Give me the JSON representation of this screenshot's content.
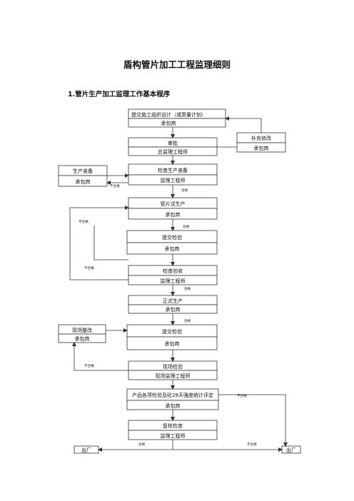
{
  "doc": {
    "title": "盾构管片加工工程监理细则",
    "section": "1.管片生产加工监理工作基本程序"
  },
  "flow": {
    "submit_org": {
      "top": "提交施工组织设计（或质量计划）",
      "bottom": "承包商"
    },
    "review": {
      "top": "审批",
      "bottom": "总监理工程师"
    },
    "supplement": {
      "top": "补充修改",
      "bottom": "承包商"
    },
    "prep": {
      "top": "生产准备",
      "bottom": "承包商"
    },
    "check_prep": {
      "top": "检查生产准备",
      "bottom": "监理工程师"
    },
    "trial": {
      "top": "管片试生产",
      "bottom": "承包商"
    },
    "submit_inspect1": {
      "top": "提交检验",
      "bottom": "承包商"
    },
    "accept": {
      "top": "检查验收",
      "bottom": "监理工程师"
    },
    "formal": {
      "top": "正式生产",
      "bottom": "承包商"
    },
    "rectify": {
      "top": "现场整改",
      "bottom": "承包商"
    },
    "submit_inspect2": {
      "top": "提交检验",
      "bottom": "承包商"
    },
    "site_inspect": {
      "top": "现场检验",
      "bottom": "现场监理工程师"
    },
    "stats": {
      "top": "产品各项检验及砼28天强度统计评定",
      "bottom": "承包商"
    },
    "recheck": {
      "top": "复核检查",
      "bottom": "监理工程师"
    },
    "out_left": "出厂",
    "out_right": "出厂"
  },
  "notes": {
    "fail": "不合格",
    "pass": "合格"
  }
}
